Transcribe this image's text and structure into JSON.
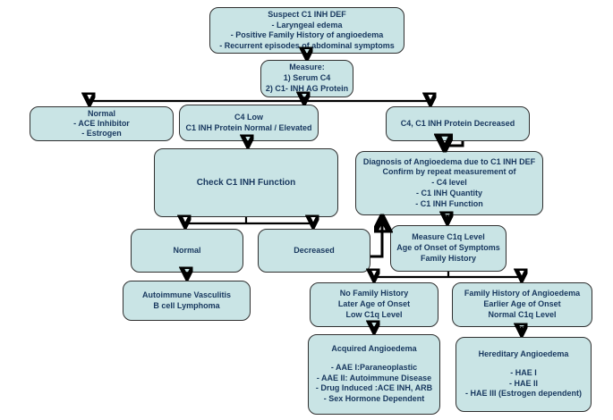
{
  "diagram": {
    "type": "flowchart",
    "topic": "Diagnostic algorithm for C1 INH deficiency angioedema",
    "colors": {
      "box_fill": "#c9e4e5",
      "box_border": "#2f2f2f",
      "text": "#17375e",
      "arrow": "#000000",
      "background": "#ffffff"
    },
    "boxes": {
      "suspect": {
        "lines": [
          "Suspect C1 INH DEF",
          "- Laryngeal edema",
          "- Positive Family History of angioedema",
          "- Recurrent episodes of abdominal symptoms"
        ]
      },
      "measure": {
        "lines": [
          "Measure:",
          "1) Serum C4",
          "2) C1- INH AG Protein"
        ]
      },
      "normal_ace": {
        "lines": [
          "Normal",
          "- ACE Inhibitor",
          "- Estrogen"
        ]
      },
      "c4_low": {
        "lines": [
          "C4 Low",
          "C1 INH Protein Normal / Elevated"
        ]
      },
      "c4c1_decreased": {
        "lines": [
          "C4, C1 INH Protein Decreased"
        ]
      },
      "check_function": {
        "lines": [
          "Check C1 INH Function"
        ]
      },
      "diagnosis": {
        "lines": [
          "Diagnosis of Angioedema due to C1 INH DEF",
          "Confirm by repeat measurement of",
          "- C4 level",
          "- C1 INH Quantity",
          "- C1 INH Function"
        ]
      },
      "normal_fn": {
        "lines": [
          "Normal"
        ]
      },
      "decreased": {
        "lines": [
          "Decreased"
        ]
      },
      "measure_c1q": {
        "lines": [
          "Measure C1q Level",
          "Age of Onset of Symptoms",
          "Family History"
        ]
      },
      "autoimmune": {
        "lines": [
          "Autoimmune Vasculitis",
          "B cell Lymphoma"
        ]
      },
      "no_family": {
        "lines": [
          "No Family History",
          "Later Age of Onset",
          "Low C1q Level"
        ]
      },
      "family_history": {
        "lines": [
          "Family History of Angioedema",
          "Earlier Age of Onset",
          "Normal C1q Level"
        ]
      },
      "acquired": {
        "lines": [
          "Acquired Angioedema",
          "",
          "- AAE I:Paraneoplastic",
          "- AAE II: Autoimmune Disease",
          "- Drug Induced :ACE INH, ARB",
          "- Sex Hormone Dependent"
        ]
      },
      "hereditary": {
        "lines": [
          "Hereditary Angioedema",
          "",
          "- HAE I",
          "- HAE II",
          "- HAE III (Estrogen dependent)"
        ]
      }
    }
  }
}
